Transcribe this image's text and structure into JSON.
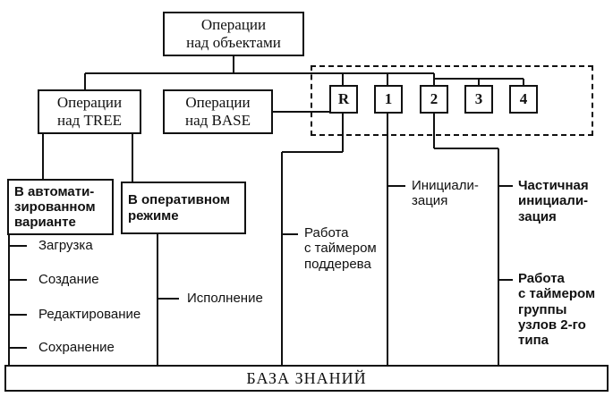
{
  "ops_objects": "Операции\nнад объектами",
  "ops_tree": "Операции\nнад TREE",
  "ops_base": "Операции\nнад BASE",
  "slots": [
    "R",
    "1",
    "2",
    "3",
    "4"
  ],
  "auto_mode": "В автомати-\nзированном\nварианте",
  "online_mode": "В оперативном\nрежиме",
  "auto_items": [
    "Загрузка",
    "Создание",
    "Редактирование",
    "Сохранение"
  ],
  "execution": "Исполнение",
  "subtree_timer": "Работа\nс таймером\nподдерева",
  "initialization": "Инициали-\nзация",
  "partial_init": "Частичная\nинициали-\nзация",
  "group_timer": "Работа\nс таймером\nгруппы\nузлов 2-го\nтипа",
  "knowledge_base": "БАЗА ЗНАНИЙ"
}
